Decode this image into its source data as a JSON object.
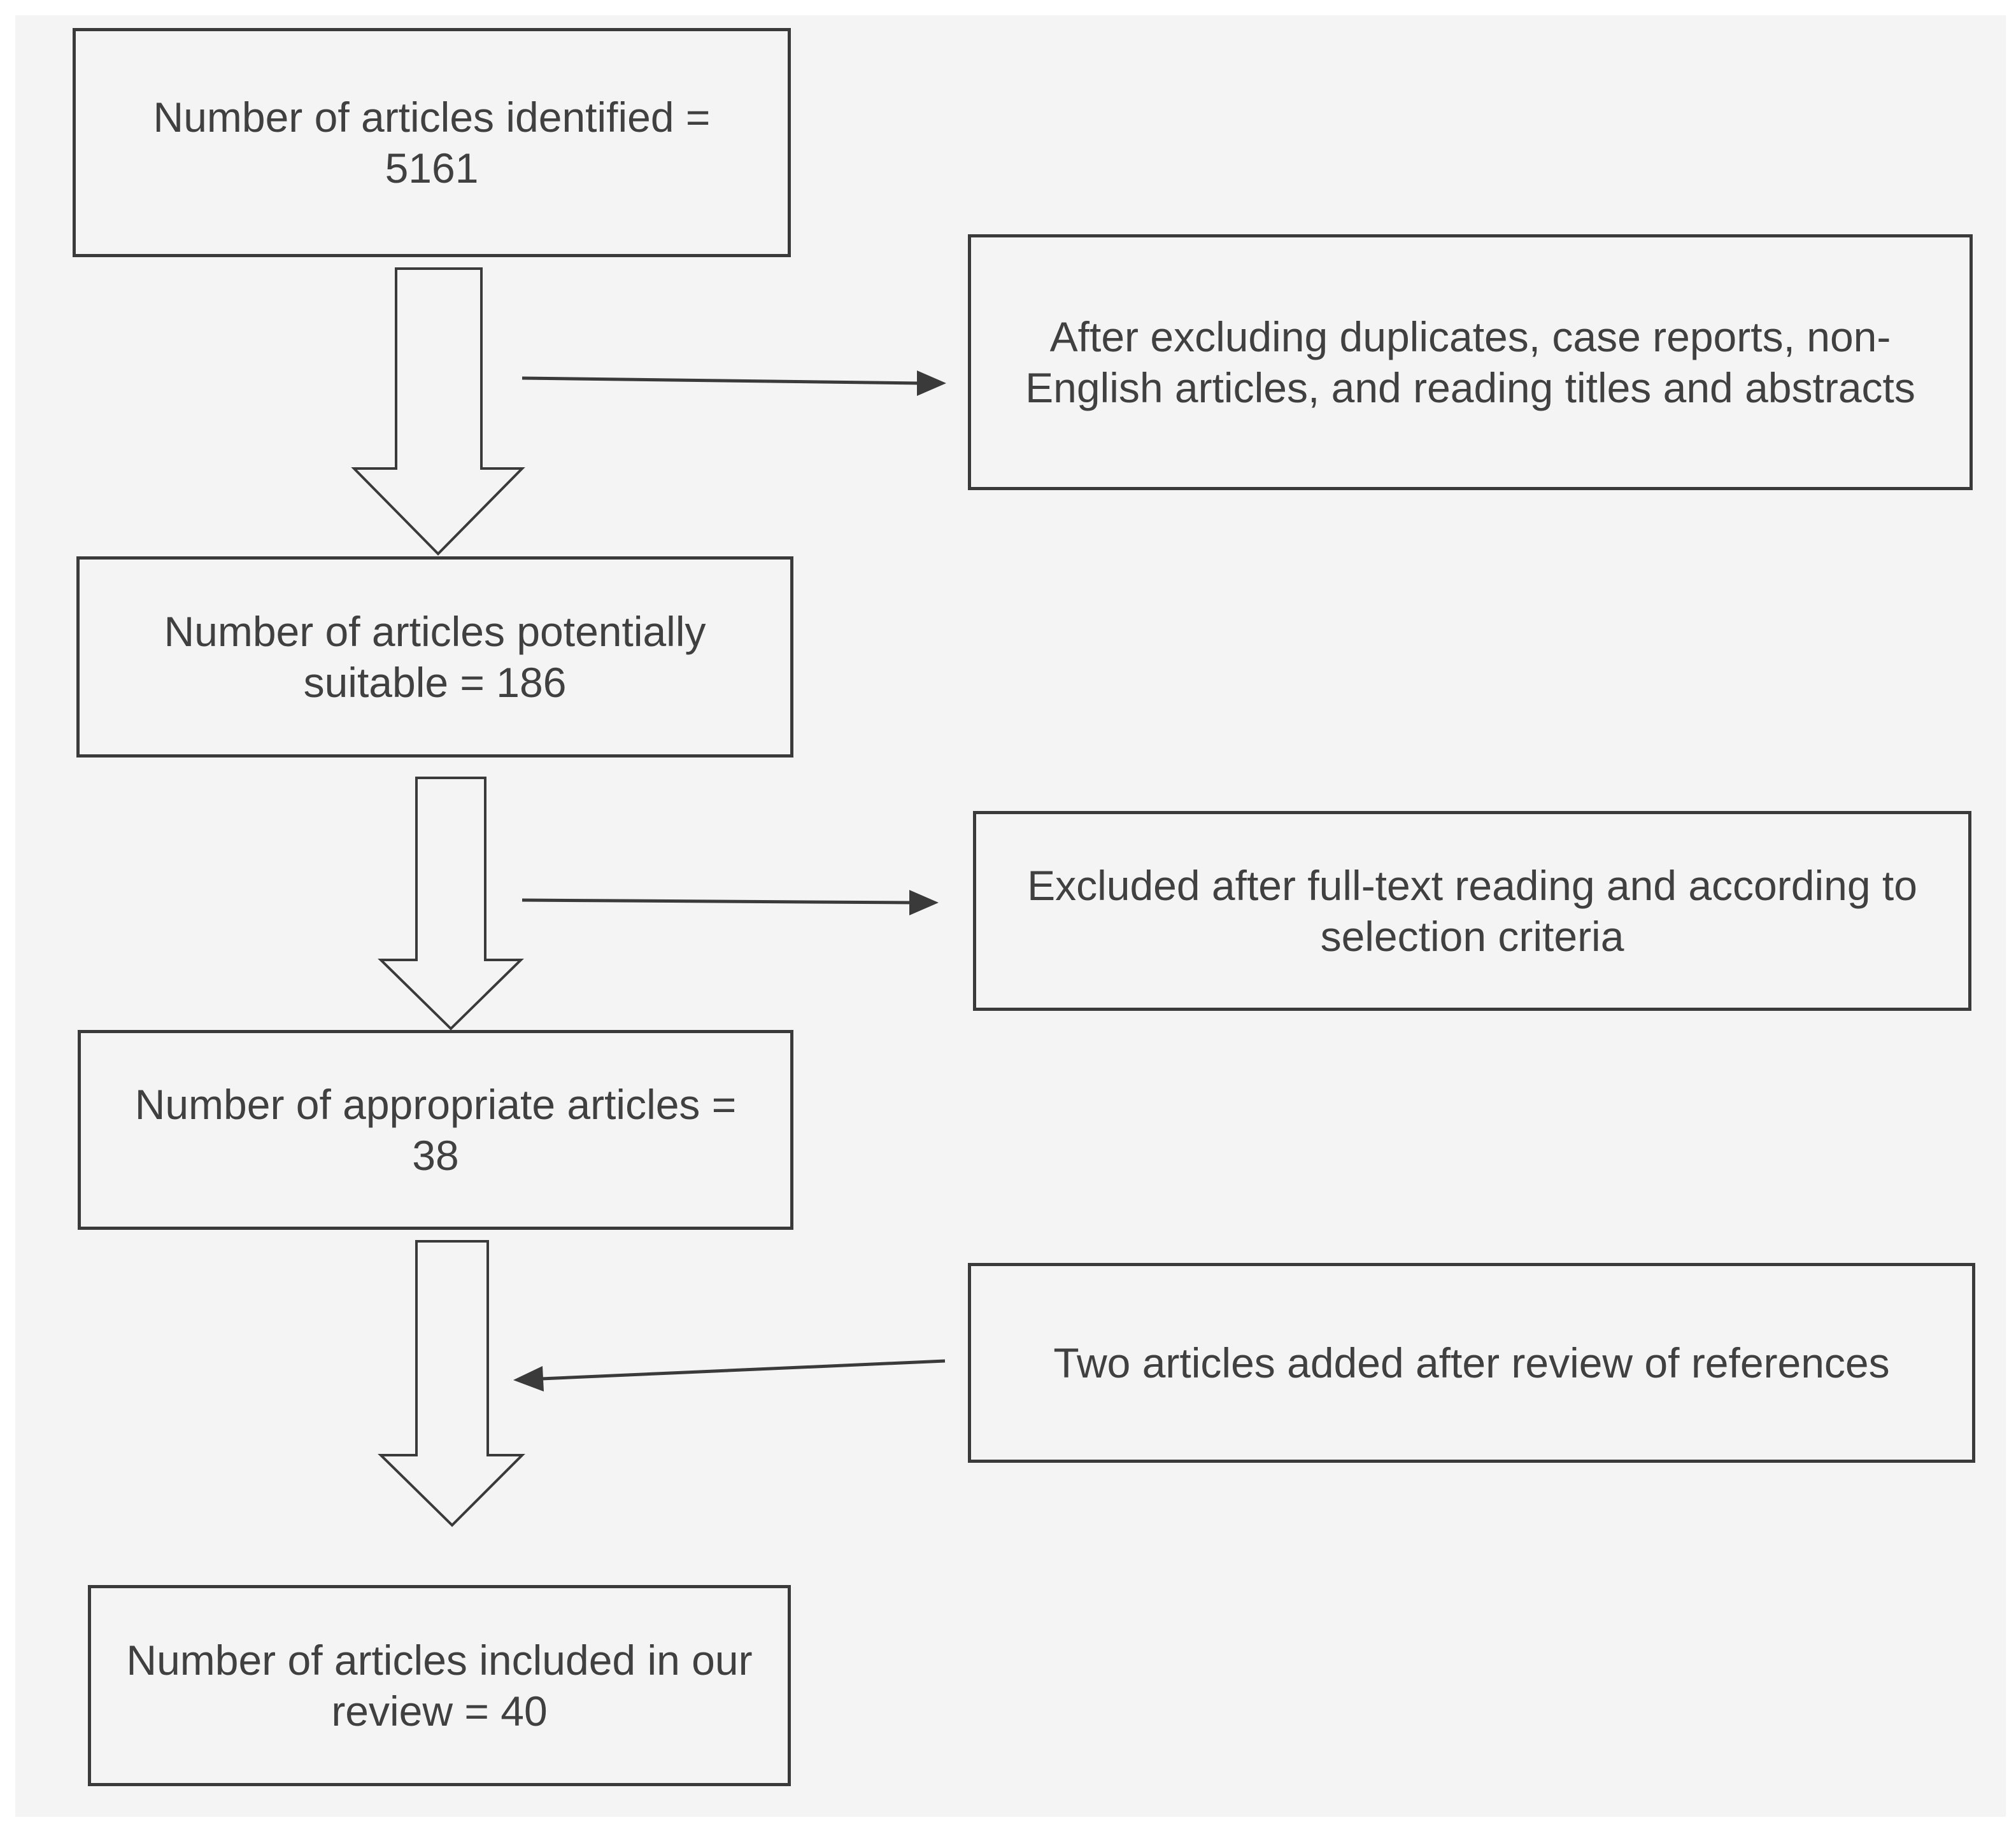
{
  "flow": {
    "identified": "Number of articles identified = 5161",
    "excluded_screening": "After excluding duplicates, case reports, non-English articles, and reading titles and abstracts",
    "potentially_suitable": "Number of articles potentially suitable = 186",
    "excluded_fulltext": "Excluded after full-text reading and according to selection criteria",
    "appropriate": "Number of appropriate articles = 38",
    "added_references": "Two articles added after review of references",
    "included": "Number of articles included in our review = 40"
  },
  "colors": {
    "background": "#f4f4f4",
    "stroke": "#3a3a3a",
    "text": "#404040"
  }
}
